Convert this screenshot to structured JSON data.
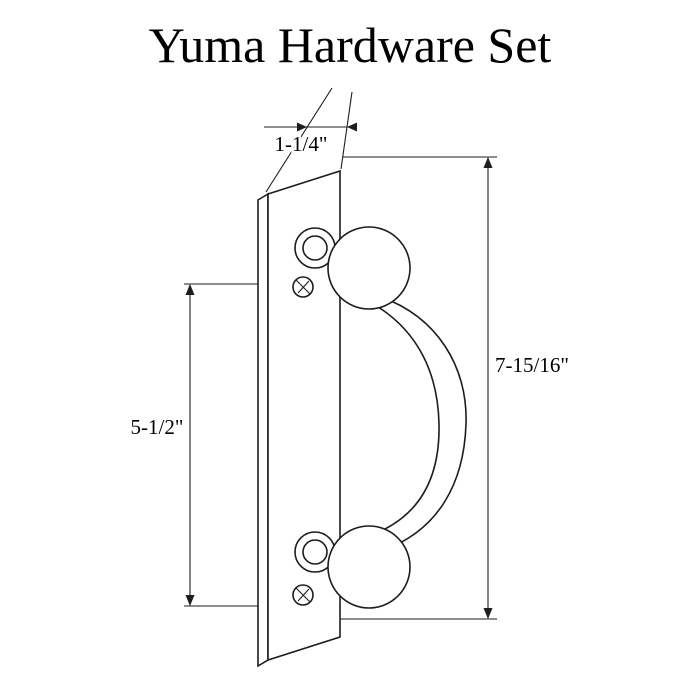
{
  "title": "Yuma Hardware Set",
  "dimensions": {
    "plate_width": "1-1/4\"",
    "overall_height": "7-15/16\"",
    "screw_spacing": "5-1/2\""
  },
  "colors": {
    "line": "#1d1d1d",
    "text": "#000000",
    "background": "#ffffff"
  }
}
